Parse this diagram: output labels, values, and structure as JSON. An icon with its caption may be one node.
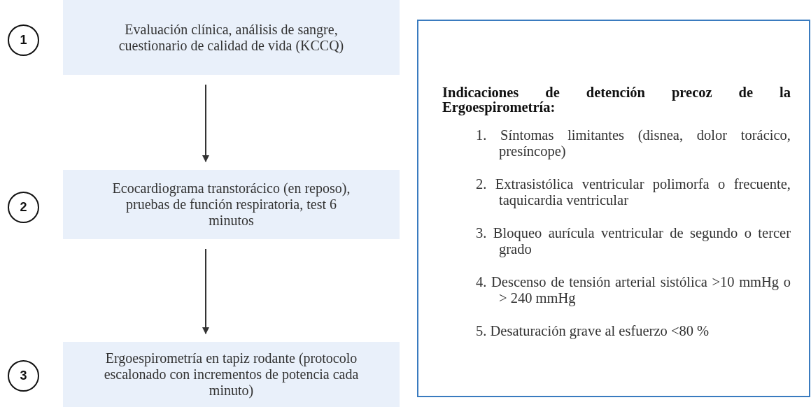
{
  "diagram": {
    "nodes": [
      {
        "text": [
          "1"
        ]
      },
      {
        "text": [
          "Evaluación clínica, análisis de sangre, cuestionario de calidad de vida (KCCQ)"
        ]
      },
      {
        "text": [
          "2"
        ]
      },
      {
        "text": [
          "Ecocardiograma transtorácico (en reposo), pruebas de función respiratoria, test 6 minutos"
        ]
      },
      {
        "text": [
          "3"
        ]
      },
      {
        "text": [
          "Ergoespirometría en tapiz rodante (protocolo escalonado con incrementos de potencia cada minuto)"
        ]
      },
      {
        "text": [
          "Indicaciones de detención precoz de la Ergoespirometría:",
          "1. Síntomas limitantes (disnea, dolor torácico, presíncope)",
          "2. Extrasistólica ventricular polimorfa o frecuente, taquicardia ventricular",
          "3. Bloqueo aurícula ventricular de segundo o tercer grado",
          "4. Descenso de tensión arterial sistólica >10 mmHg o > 240 mmHg",
          "5. Desaturación grave al esfuerzo <80 %"
        ]
      }
    ],
    "edges": [
      {
        "from": 1,
        "to": 3,
        "arrow": "to"
      },
      {
        "from": 3,
        "to": 5,
        "arrow": "to"
      }
    ]
  }
}
